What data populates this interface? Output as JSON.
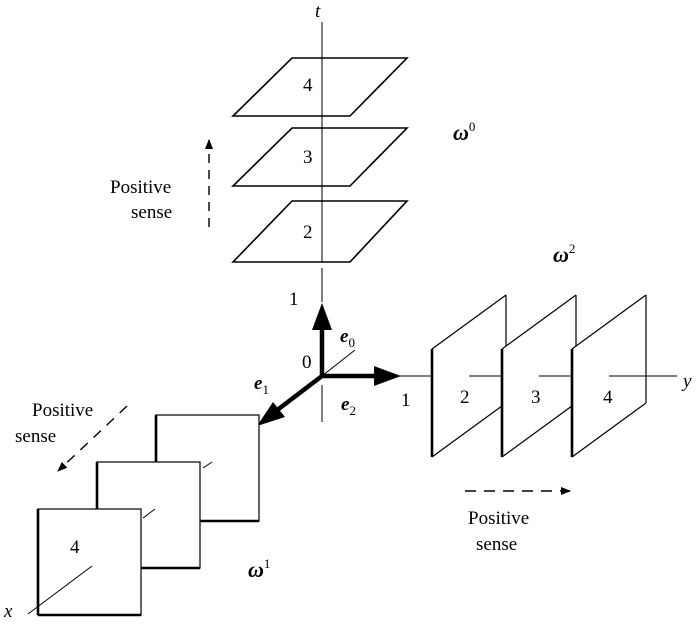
{
  "axes": {
    "t": "t",
    "x": "x",
    "y": "y"
  },
  "origin_label": "0",
  "unit_label_t": "1",
  "unit_label_y": "1",
  "vectors": {
    "e0": {
      "base": "e",
      "sub": "0"
    },
    "e1": {
      "base": "e",
      "sub": "1"
    },
    "e2": {
      "base": "e",
      "sub": "2"
    }
  },
  "forms": {
    "w0": {
      "base": "ω",
      "sup": "0"
    },
    "w1": {
      "base": "ω",
      "sup": "1"
    },
    "w2": {
      "base": "ω",
      "sup": "2"
    }
  },
  "plane_labels": {
    "t_stack": [
      "2",
      "3",
      "4"
    ],
    "y_stack": [
      "2",
      "3",
      "4"
    ],
    "x_stack": [
      "4"
    ]
  },
  "positive_sense": {
    "t": {
      "line1": "Positive",
      "line2": "sense"
    },
    "x": {
      "line1": "Positive",
      "line2": "sense"
    },
    "y": {
      "line1": "Positive",
      "line2": "sense"
    }
  }
}
